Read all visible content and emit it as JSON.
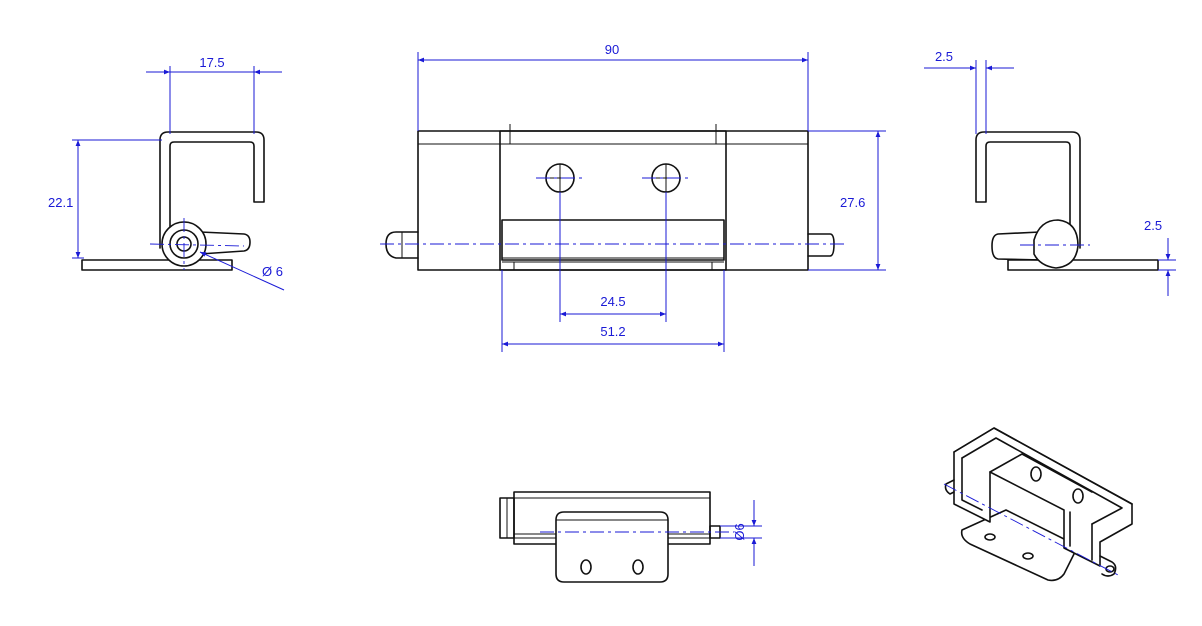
{
  "dimensions": {
    "side_width": "17.5",
    "side_height": "22.1",
    "side_pin_diameter": "Ø 6",
    "front_length": "90",
    "front_height": "27.6",
    "hole_spacing": "24.5",
    "leaf_width": "51.2",
    "right_thickness": "2.5",
    "right_offset": "2.5",
    "bottom_pin_diameter": "Ø6"
  },
  "colors": {
    "part_line": "#111111",
    "dimension_line": "#1a1ad6",
    "background": "#ffffff"
  }
}
